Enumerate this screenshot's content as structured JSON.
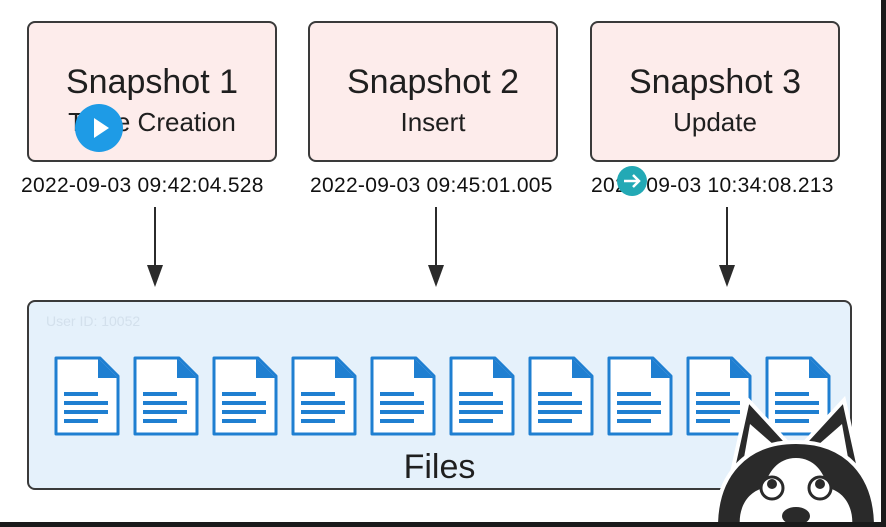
{
  "snapshots": [
    {
      "title": "Snapshot 1",
      "subtitle": "Table Creation",
      "timestamp": "2022-09-03 09:42:04.528"
    },
    {
      "title": "Snapshot 2",
      "subtitle": "Insert",
      "timestamp": "2022-09-03 09:45:01.005"
    },
    {
      "title": "Snapshot 3",
      "subtitle": "Update",
      "timestamp": "2022-09-03 10:34:08.213"
    }
  ],
  "files_panel": {
    "user_id": "User ID: 10052",
    "label": "Files",
    "file_count": 10
  },
  "icons": {
    "play": "play-icon",
    "next": "arrow-right-icon",
    "file": "document-icon",
    "mascot": "husky-mascot"
  },
  "colors": {
    "snapshot_fill": "#fdeceb",
    "files_fill": "#e5f1fb",
    "document_blue": "#1f7fd1",
    "play_button": "#1e9be6",
    "nav_button": "#23a9b5"
  }
}
